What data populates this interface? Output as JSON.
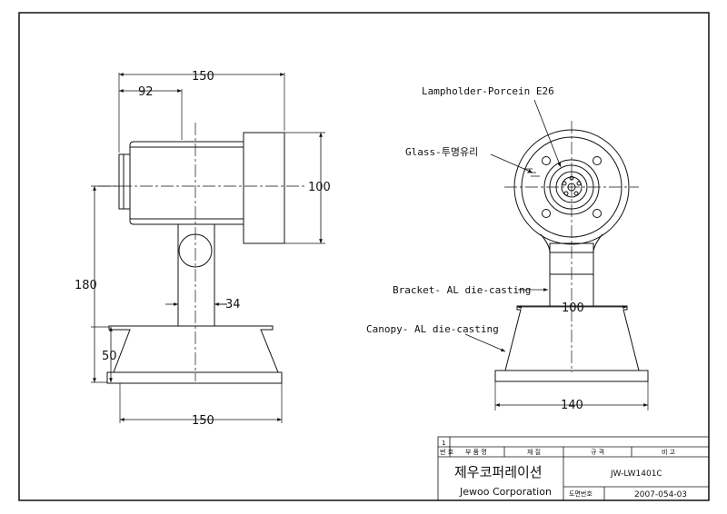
{
  "dimensions": {
    "side_total_width": "150",
    "side_body_length": "92",
    "side_head_height": "100",
    "side_total_height": "180",
    "side_base_height": "50",
    "side_stem_width": "34",
    "side_base_width": "150",
    "front_base_top_width": "100",
    "front_base_width": "140"
  },
  "callouts": {
    "lampholder": "Lampholder-Porcein E26",
    "glass": "Glass-투명유리",
    "bracket": "Bracket- AL die-casting",
    "canopy": "Canopy- AL die-casting"
  },
  "title_block": {
    "item_number": "1",
    "headers": {
      "number": "번 호",
      "part_name": "부 품 명",
      "material": "재 질",
      "spec": "규 격",
      "remarks": "비 고"
    },
    "company_korean": "제우코퍼레이션",
    "company_english": "Jewoo Corporation",
    "model": "JW-LW1401C",
    "drawing_no_label": "도면번호",
    "drawing_no": "2007-054-03"
  }
}
